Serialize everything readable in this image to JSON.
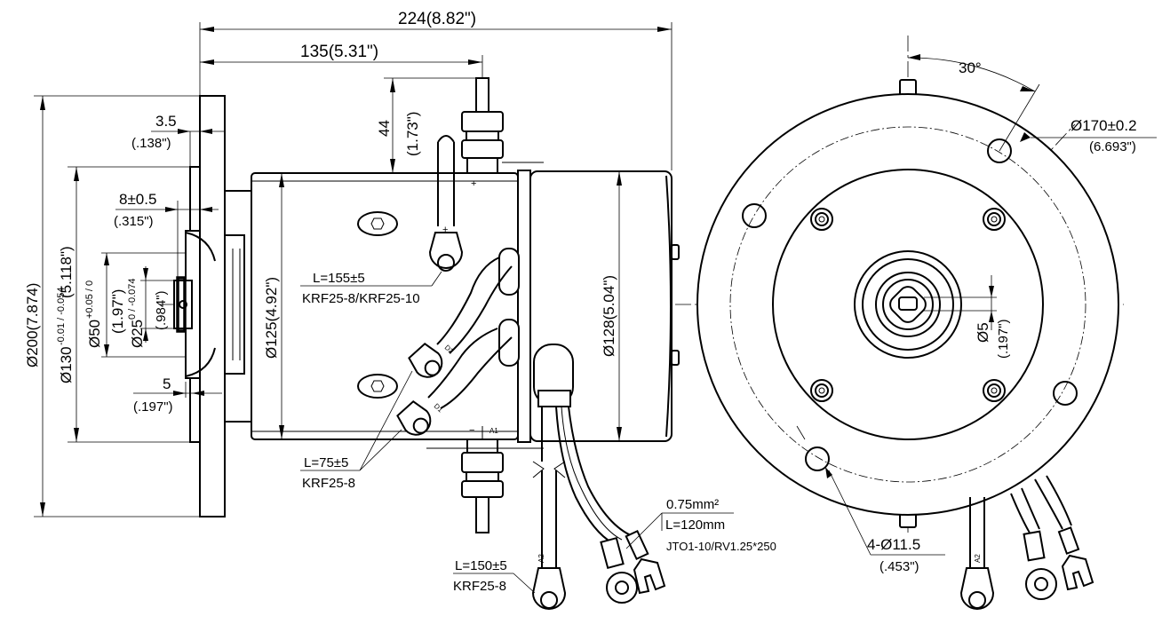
{
  "dimensions": {
    "overall_length": "224(8.82\")",
    "flange_to_terminal": "135(5.31\")",
    "terminal_height_mm": "44",
    "terminal_height_in": "(1.73\")",
    "flange_thickness_mm": "3.5",
    "flange_thickness_in": "(.138\")",
    "pilot_depth_mm": "8±0.5",
    "pilot_depth_in": "(.315\")",
    "shaft_step_mm": "5",
    "shaft_step_in": "(.197\")",
    "flange_diameter": "Ø200(7.874)",
    "pilot_diameter_base": "Ø130",
    "pilot_diameter_tol": "-0.01 / -0.054",
    "pilot_diameter_in": "(5.118\")",
    "boss_diameter_base": "Ø50",
    "boss_diameter_tol": "+0.05 / 0",
    "boss_diameter_in": "(1.97\")",
    "shaft_diameter_base": "Ø25",
    "shaft_diameter_tol": "0 / -0.074",
    "shaft_diameter_in": "(.984\")",
    "body_diameter": "Ø125(4.92\")",
    "endcap_diameter": "Ø128(5.04\")",
    "bolt_circle_mm": "Ø170±0.2",
    "bolt_circle_in": "(6.693\")",
    "bolt_angle": "30°",
    "keyway_mm": "Ø5",
    "keyway_in": "(.197\")",
    "holes_mm": "4-Ø11.5",
    "holes_in": "(.453\")"
  },
  "cables": {
    "main_length": "L=155±5",
    "main_terminal": "KRF25-8/KRF25-10",
    "field_length": "L=75±5",
    "field_terminal": "KRF25-8",
    "a2_length": "L=150±5",
    "a2_terminal": "KRF25-8",
    "lead_size": "0.75mm²",
    "lead_length": "L=120mm",
    "lead_terminal": "JTO1-10/RV1.25*250"
  },
  "terminal_marks": {
    "plus": "+",
    "minus": "−",
    "a1": "A1",
    "a2": "A2",
    "d1": "D1",
    "d2": "D2"
  }
}
